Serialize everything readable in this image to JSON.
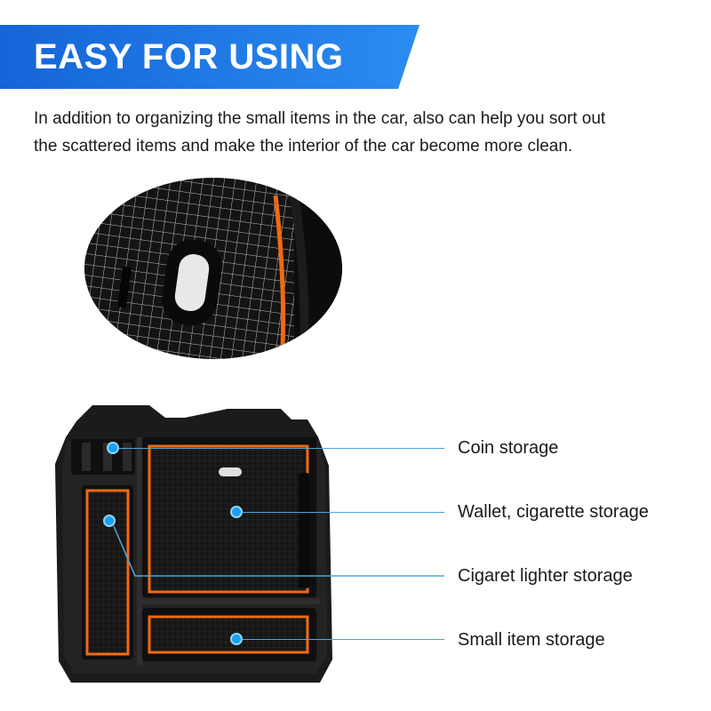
{
  "banner": {
    "title": "EASY FOR USING",
    "color": "#1f7fe0"
  },
  "intro": {
    "line1": "In addition to organizing the small items in the car, also can help you sort out",
    "line2": "the scattered items and make the interior of the car become more clean."
  },
  "product": {
    "mat_color": "#111111",
    "accent_color": "#f06a12"
  },
  "callouts": [
    {
      "label": "Coin storage"
    },
    {
      "label": "Wallet, cigarette storage"
    },
    {
      "label": "Cigaret lighter storage"
    },
    {
      "label": "Small item storage"
    }
  ],
  "callout_color": "#4aa8de"
}
